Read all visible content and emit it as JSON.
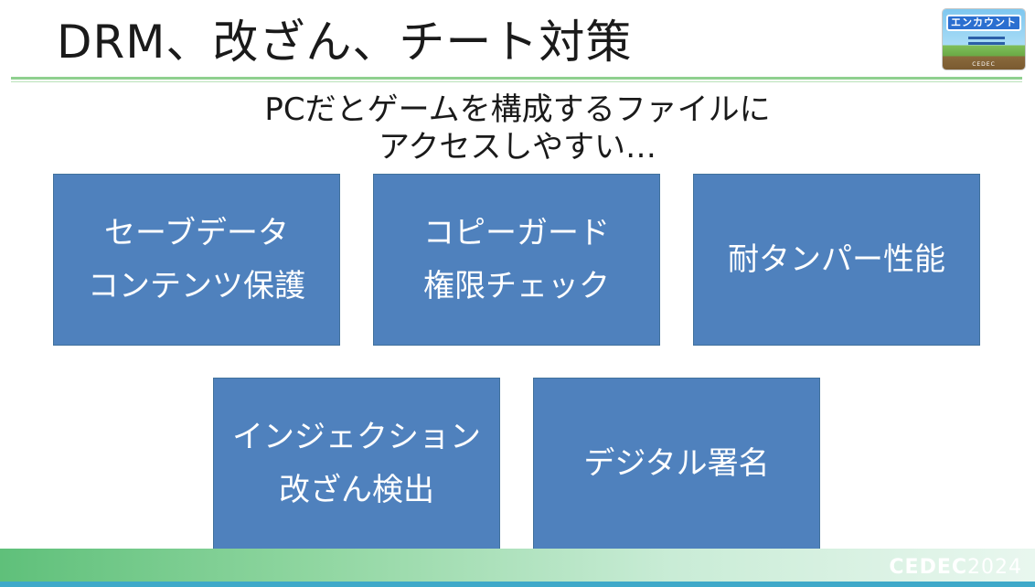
{
  "slide": {
    "title": "DRM、改ざん、チート対策",
    "subtitle_lines": [
      "PCだとゲームを構成するファイルに",
      "アクセスしやすい…"
    ]
  },
  "logo": {
    "word": "エンカウント",
    "footer": "CEDEC"
  },
  "boxes": [
    {
      "lines": [
        "セーブデータ",
        "コンテンツ保護"
      ]
    },
    {
      "lines": [
        "コピーガード",
        "権限チェック"
      ]
    },
    {
      "lines": [
        "耐タンパー性能"
      ]
    },
    {
      "lines": [
        "インジェクション",
        "改ざん検出"
      ]
    },
    {
      "lines": [
        "デジタル署名"
      ]
    }
  ],
  "footer": {
    "brand": "CEDEC",
    "year": "2024"
  },
  "colors": {
    "box_fill": "#4f81bd",
    "box_border": "#41719c",
    "rule": "#8fd08f",
    "footer_start": "#5fc07a",
    "footer_end": "#e9f7ef"
  }
}
